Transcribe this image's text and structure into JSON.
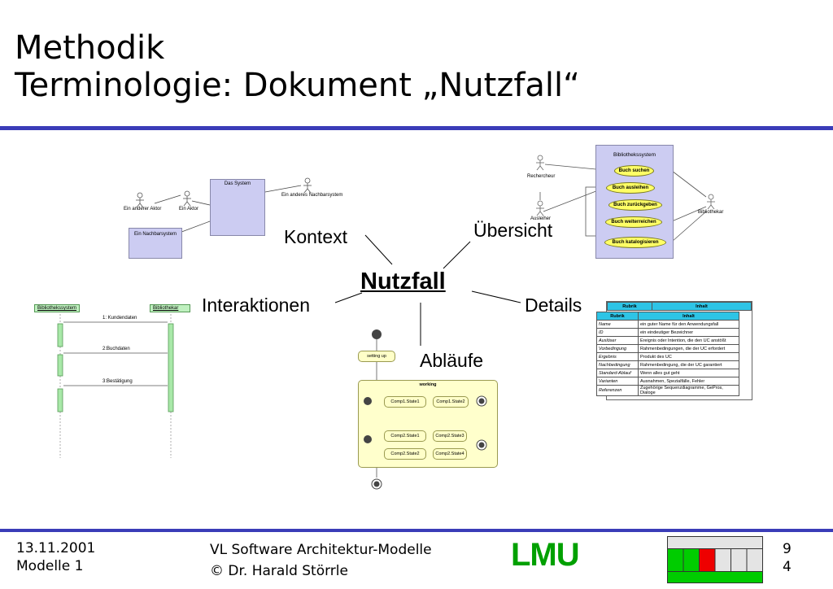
{
  "header": {
    "title_line1": "Methodik",
    "title_line2": "Terminologie: Dokument „Nutzfall“"
  },
  "mindmap": {
    "center": "Nutzfall",
    "kontext": "Kontext",
    "uebersicht": "Übersicht",
    "interaktionen": "Interaktionen",
    "details": "Details",
    "ablaeufe": "Abläufe"
  },
  "context_diagram": {
    "system": "Das System",
    "actor1": "Ein anderer Aktor",
    "actor2": "Ein Aktor",
    "actor3": "Ein anderes Nachbarsystem",
    "neighbor": "Ein Nachbarsystem"
  },
  "usecase_diagram": {
    "system": "Bibliothekssystem",
    "actor_left_top": "Rechercheur",
    "actor_left_bottom": "Ausleiher",
    "actor_right": "Bibliothekar",
    "usecases": [
      "Buch suchen",
      "Buch ausleihen",
      "Buch zurückgeben",
      "Buch weiterreichen",
      "Buch katalogisieren"
    ]
  },
  "sequence_diagram": {
    "lifeline1": "Bibliothekssystem",
    "lifeline2": "Bibliothekar",
    "messages": [
      "1: Kundendaten",
      "2:Buchdaten",
      "3:Bestätigung"
    ]
  },
  "state_diagram": {
    "setup": "setting up",
    "composite": "working",
    "states": [
      "Comp1.State1",
      "Comp1.State2",
      "Comp2.State1",
      "Comp2.State3",
      "Comp2.State2",
      "Comp2.State4"
    ]
  },
  "details_table": {
    "back_headers": [
      "Rubrik",
      "Inhalt"
    ],
    "headers": [
      "Rubrik",
      "Inhalt"
    ],
    "rows": [
      [
        "Name",
        "ein guter Name für den Anwendungsfall"
      ],
      [
        "ID",
        "ein eindeutiger Bezeichner"
      ],
      [
        "Auslöser",
        "Ereignis oder Intention, die den UC anstößt"
      ],
      [
        "Vorbedingung",
        "Rahmenbedingungen, die der UC erfordert"
      ],
      [
        "Ergebnis",
        "Produkt des UC"
      ],
      [
        "Nachbedingung",
        "Rahmenbedingung, die der UC garantiert"
      ],
      [
        "Standard-Ablauf",
        "Wenn alles gut geht"
      ],
      [
        "Varianten",
        "Ausnahmen, Spezialfälle, Fehler"
      ],
      [
        "Referenzen",
        "Zugehörige Sequenzdiagramme, GePros, Dialoge"
      ]
    ]
  },
  "footer": {
    "date": "13.11.2001",
    "module": "Modelle 1",
    "course": "VL Software Architektur-Modelle",
    "copyright_symbol": "©",
    "author": "Dr. Harald Störrle",
    "logo": "LMU",
    "page_top": "9",
    "page_bottom": "4"
  },
  "colors": {
    "rule": "#3a3cb8",
    "progress_green": "#00cc00",
    "progress_red": "#ee0000",
    "lmu_green": "#00a000"
  }
}
